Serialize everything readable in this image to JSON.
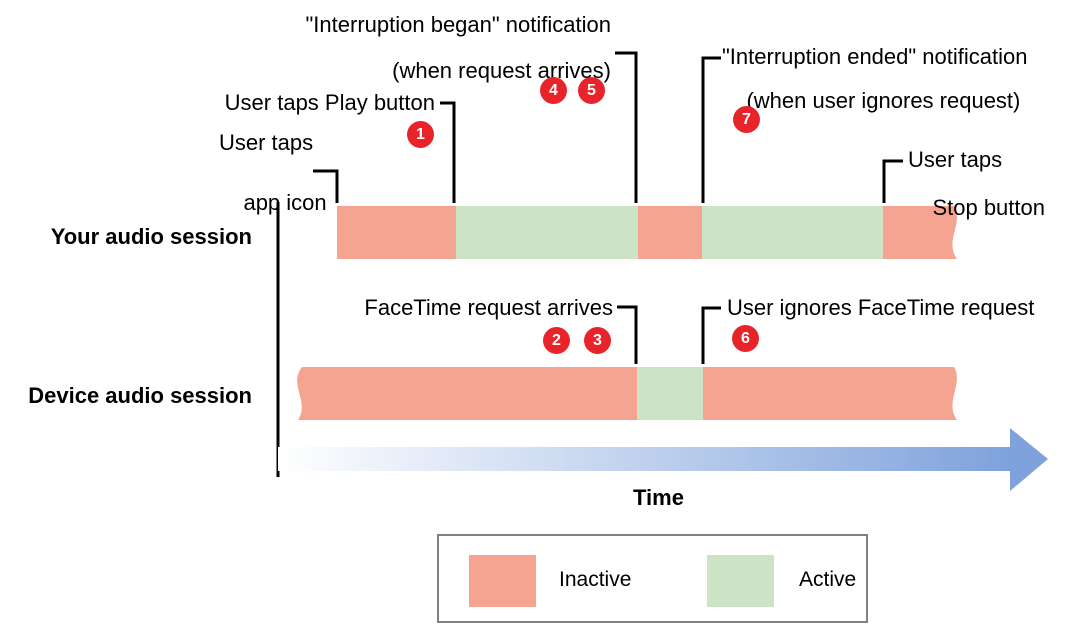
{
  "colors": {
    "inactive": "#F5A491",
    "active": "#CCE3C6",
    "badge_red": "#E8232A",
    "arrow_blue": "#7FA2DC",
    "legend_border": "#808080",
    "callout_line": "#000000"
  },
  "annotations": {
    "interruption_began": {
      "line1": "\"Interruption began\" notification",
      "line2": "(when request arrives)"
    },
    "user_taps_play": {
      "label": "User taps Play button"
    },
    "user_taps_app_icon": {
      "line1": "User taps",
      "line2": "app icon"
    },
    "interruption_ended": {
      "line1": "\"Interruption ended\" notification",
      "line2": "(when user ignores request)"
    },
    "user_taps_stop": {
      "line1": "User taps",
      "line2": "Stop button"
    },
    "facetime_request": {
      "label": "FaceTime request arrives"
    },
    "user_ignores_facetime": {
      "label": "User ignores FaceTime request"
    }
  },
  "badges": {
    "b1": "1",
    "b2": "2",
    "b3": "3",
    "b4": "4",
    "b5": "5",
    "b6": "6",
    "b7": "7"
  },
  "rows": {
    "your_session": {
      "label": "Your audio session",
      "segments": [
        "inactive",
        "active",
        "inactive",
        "active",
        "inactive"
      ]
    },
    "device_session": {
      "label": "Device audio session",
      "segments": [
        "inactive",
        "active",
        "inactive"
      ]
    }
  },
  "time_axis": {
    "label": "Time"
  },
  "legend": {
    "items": [
      {
        "label": "Inactive",
        "state": "inactive"
      },
      {
        "label": "Active",
        "state": "active"
      }
    ]
  }
}
